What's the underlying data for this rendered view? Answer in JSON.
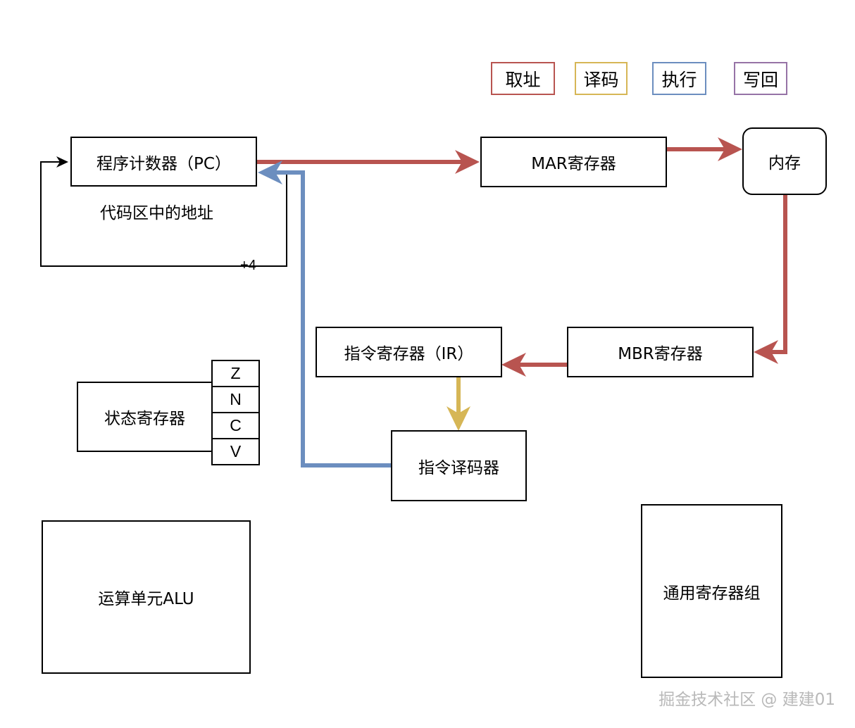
{
  "legend": [
    {
      "label": "取址",
      "color": "#b85450"
    },
    {
      "label": "译码",
      "color": "#d6b656"
    },
    {
      "label": "执行",
      "color": "#6c8ebf"
    },
    {
      "label": "写回",
      "color": "#9673a6"
    }
  ],
  "nodes": {
    "pc": "程序计数器（PC）",
    "mar": "MAR寄存器",
    "memory": "内存",
    "mbr": "MBR寄存器",
    "ir": "指令寄存器（IR）",
    "decoder": "指令译码器",
    "status": "状态寄存器",
    "alu": "运算单元ALU",
    "gpr": "通用寄存器组"
  },
  "flags": [
    "Z",
    "N",
    "C",
    "V"
  ],
  "labels": {
    "pc_caption": "代码区中的地址",
    "increment": "+4"
  },
  "watermark": "掘金技术社区 @ 建建01"
}
